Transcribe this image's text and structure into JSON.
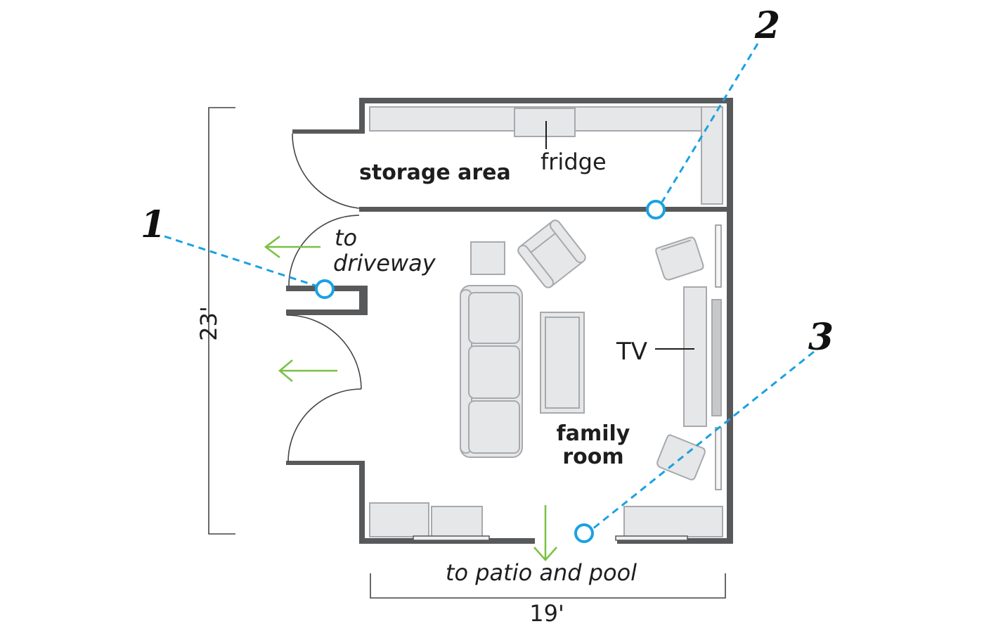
{
  "rooms": {
    "storage": "storage area",
    "family_line1": "family",
    "family_line2": "room"
  },
  "fixtures": {
    "fridge": "fridge",
    "tv": "TV"
  },
  "directions": {
    "driveway_line1": "to",
    "driveway_line2": "driveway",
    "patio": "to patio and pool"
  },
  "dimensions": {
    "height": "23'",
    "width": "19'"
  },
  "viewpoints": [
    "1",
    "2",
    "3"
  ],
  "colors": {
    "wall": "#58595b",
    "furniture_fill": "#e6e7e8",
    "furniture_stroke": "#a7a9ac",
    "camera": "#1ba1e2",
    "arrow": "#7ac043"
  }
}
